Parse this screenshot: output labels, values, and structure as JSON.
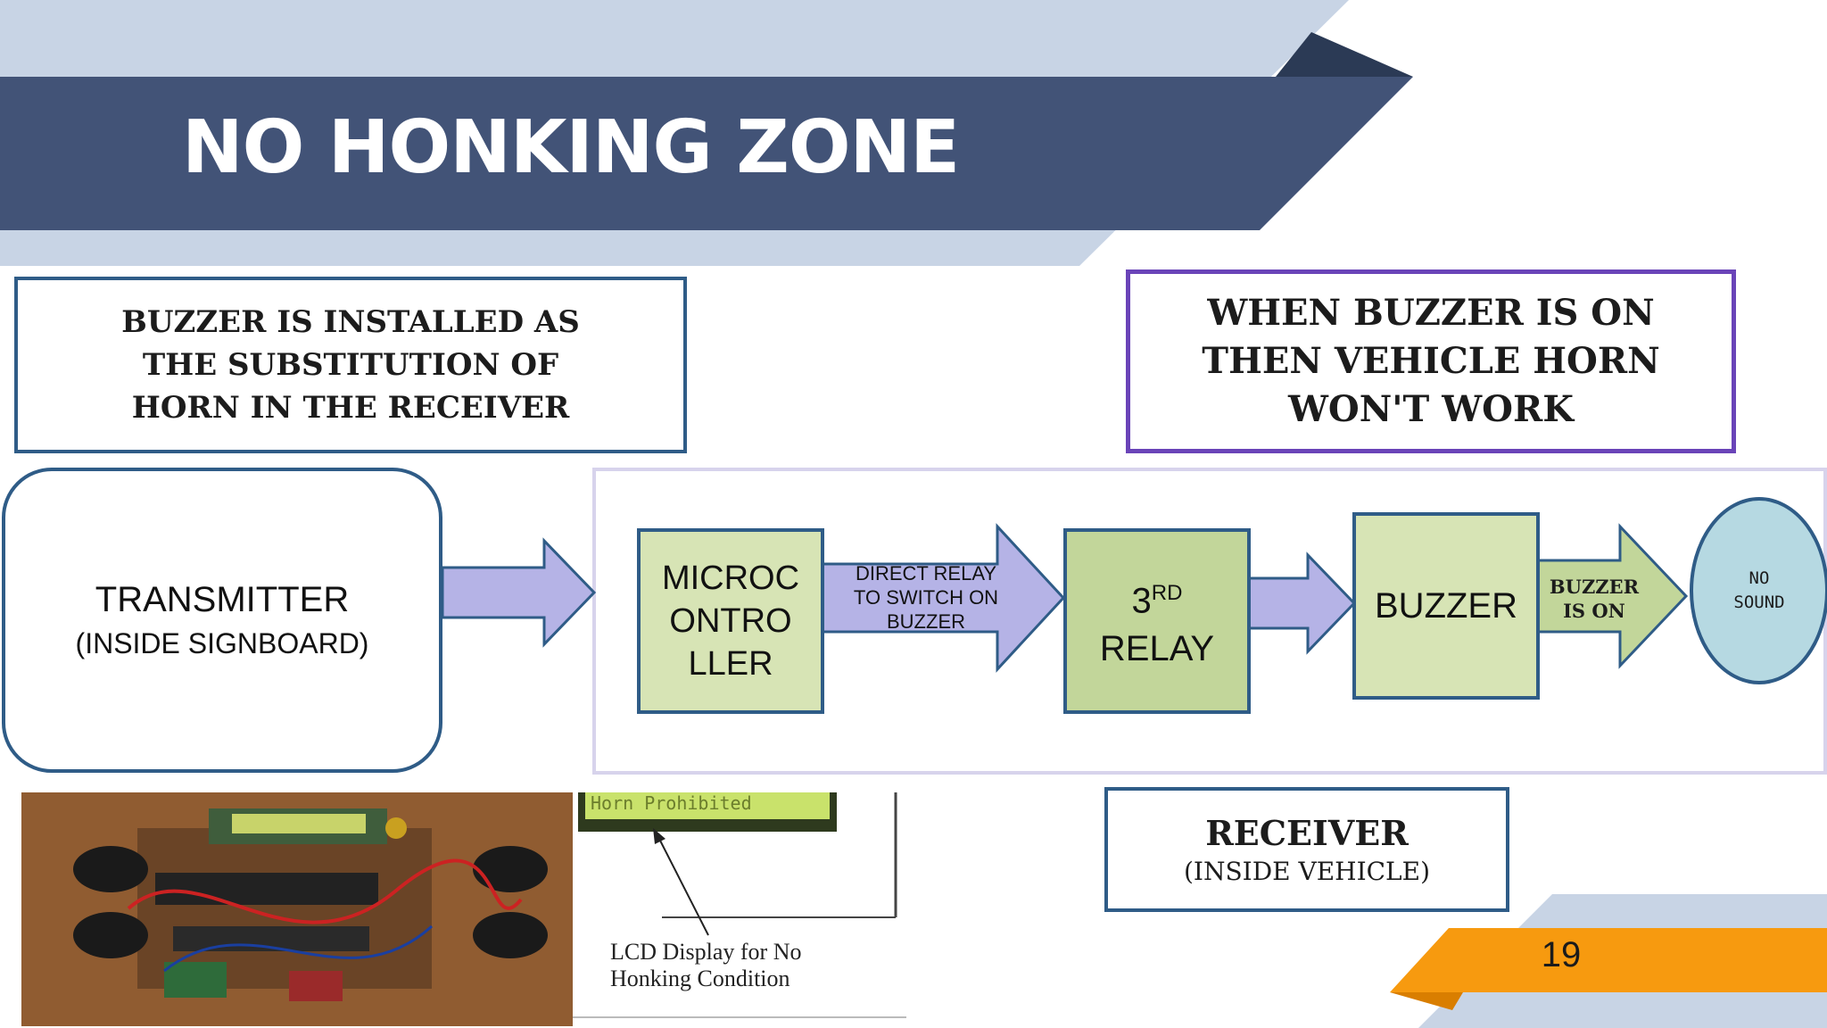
{
  "slide": {
    "title": "NO HONKING ZONE",
    "page_number": "19"
  },
  "callouts": {
    "left_note": "BUZZER IS INSTALLED AS THE SUBSTITUTION OF HORN IN THE RECEIVER",
    "right_note": "WHEN BUZZER IS ON THEN VEHICLE HORN WON'T WORK"
  },
  "transmitter": {
    "label": "TRANSMITTER",
    "sublabel": "(INSIDE SIGNBOARD)"
  },
  "flow": {
    "microcontroller": {
      "lines": [
        "MICROC",
        "ONTRO",
        "LLER"
      ]
    },
    "arrow1_label": {
      "lines": [
        "DIRECT RELAY",
        "TO SWITCH ON",
        "BUZZER"
      ]
    },
    "relay": {
      "prefix": "3",
      "superscript": "RD",
      "label": "RELAY"
    },
    "buzzer": {
      "label": "BUZZER"
    },
    "arrow3_label": {
      "lines": [
        "BUZZER",
        "IS ON"
      ]
    },
    "result": {
      "lines": [
        "NO",
        "SOUND"
      ]
    }
  },
  "receiver": {
    "label": "RECEIVER",
    "sublabel": "(INSIDE VEHICLE)"
  },
  "photo": {
    "lcd_text": "Horn Prohibited",
    "caption_line1": "LCD Display for No",
    "caption_line2": "Honking Condition"
  },
  "colors": {
    "header_dark": "#425377",
    "header_light": "#c8d4e5",
    "block_green_light": "#d7e4b5",
    "block_green_mid": "#c2d69a",
    "arrow_lavender": "#b5b3e6",
    "arrow_green": "#c2d69a",
    "outline_blue": "#2f5c87",
    "outline_purple": "#6a44b8",
    "ellipse_fill": "#b6d9e2",
    "accent_orange": "#f79a0f"
  }
}
